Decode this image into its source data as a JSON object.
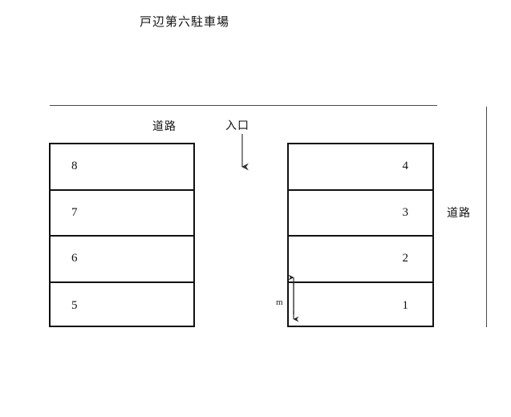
{
  "title": "戸辺第六駐車場",
  "labels": {
    "road_top": "道路",
    "road_right": "道路",
    "entrance": "入口",
    "dimension_unit": "m"
  },
  "left_block": {
    "name": "left-parking-block",
    "stalls": [
      {
        "number": "8"
      },
      {
        "number": "7"
      },
      {
        "number": "6"
      },
      {
        "number": "5"
      }
    ]
  },
  "right_block": {
    "name": "right-parking-block",
    "stalls": [
      {
        "number": "4"
      },
      {
        "number": "3"
      },
      {
        "number": "2"
      },
      {
        "number": "1"
      }
    ]
  },
  "colors": {
    "stroke": "#111111",
    "road": "#4a4a4a",
    "background": "#ffffff"
  }
}
